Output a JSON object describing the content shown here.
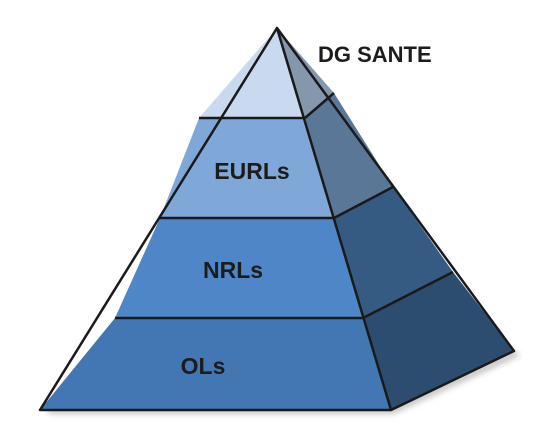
{
  "diagram": {
    "type": "pyramid",
    "top_label": "DG SANTE",
    "tiers": [
      {
        "label": "EURLs",
        "front_color": "#7fa8d8",
        "side_color": "#5b7797"
      },
      {
        "label": "NRLs",
        "front_color": "#4f86c8",
        "side_color": "#365b83"
      },
      {
        "label": "OLs",
        "front_color": "#4277b4",
        "side_color": "#2c4d70"
      }
    ],
    "apex": {
      "front_color": "#c9d9ef",
      "side_color": "#8497ad"
    },
    "edge_color": "#1a1a1a",
    "shadow_color": "#c8c8c8"
  }
}
